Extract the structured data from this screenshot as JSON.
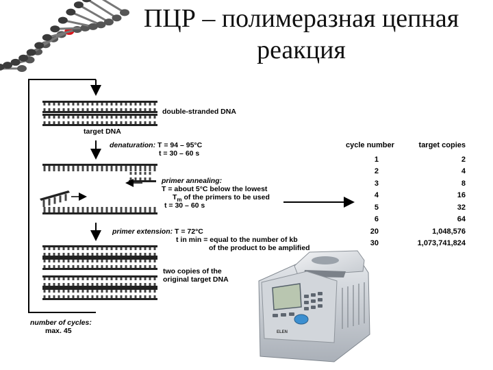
{
  "title": {
    "line1": "ПЦР – полимеразная цепная",
    "line2": "реакция"
  },
  "diagram": {
    "double_stranded": "double-stranded DNA",
    "target_dna": "target DNA",
    "denaturation_label": "denaturation:",
    "denaturation_temp": "T = 94 – 95°C",
    "denaturation_time": "t = 30 – 60 s",
    "annealing_label": "primer annealing:",
    "annealing_line1": "T = about 5°C below the lowest",
    "annealing_line2_pre": "T",
    "annealing_line2_sub": "m",
    "annealing_line2_post": " of the primers to be used",
    "annealing_time": "t = 30 – 60 s",
    "extension_label": "primer extension:",
    "extension_temp": "T = 72°C",
    "extension_line1": "t in min = equal to the number of kb",
    "extension_line2": "of the product to be amplified",
    "two_copies_1": "two copies of the",
    "two_copies_2": "original target DNA",
    "cycles_label": "number of cycles:",
    "cycles_max": "max. 45"
  },
  "table": {
    "headers": [
      "cycle number",
      "target copies"
    ],
    "rows": [
      [
        "1",
        "2"
      ],
      [
        "2",
        "4"
      ],
      [
        "3",
        "8"
      ],
      [
        "4",
        "16"
      ],
      [
        "5",
        "32"
      ],
      [
        "6",
        "64"
      ],
      [
        "20",
        "1,048,576"
      ],
      [
        "30",
        "1,073,741,824"
      ]
    ]
  },
  "device": {
    "brand": "ELEN"
  },
  "icons": [
    "dna-helix-icon",
    "thermocycler-icon",
    "arrow-icon"
  ],
  "colors": {
    "accent_red": "#d9161c",
    "device_body": "#c9cdd3",
    "screen": "#b9c6b0"
  }
}
